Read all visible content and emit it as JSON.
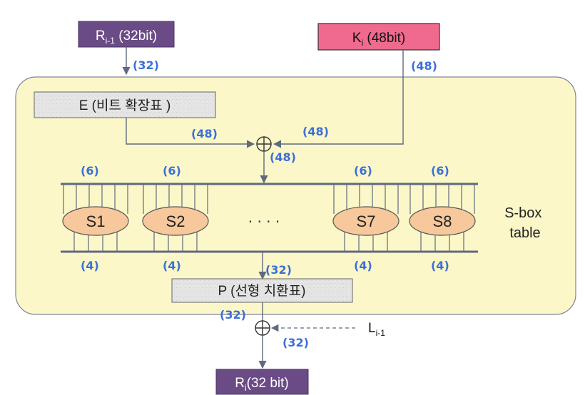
{
  "inputs": {
    "r_prev": {
      "main": "R",
      "sub": "i-1",
      "suffix": " (32bit)"
    },
    "k_i": {
      "main": "K",
      "sub": "i",
      "suffix": " (48bit)"
    }
  },
  "expansion_box": {
    "label": "E  (비트 확장표 )"
  },
  "permutation_box": {
    "label": "P (선형 치환표)"
  },
  "sboxes": [
    "S1",
    "S2",
    "S7",
    "S8"
  ],
  "ellipsis": "· · · ·",
  "side_label": {
    "line1": "S-box",
    "line2": "table"
  },
  "width_labels": {
    "r_in": "(32)",
    "k_in": "(48)",
    "e_out": "(48)",
    "k_to_xor": "(48)",
    "xor_out": "(48)",
    "s_in": [
      "(6)",
      "(6)",
      "(6)",
      "(6)"
    ],
    "s_out": [
      "(4)",
      "(4)",
      "(4)",
      "(4)"
    ],
    "p_in": "(32)",
    "p_out": "(32)",
    "l_in": "(32)"
  },
  "xor_symbol": "⊕",
  "l_prev": {
    "main": "L",
    "sub": "i-1"
  },
  "output": {
    "main": "R",
    "sub": "i",
    "suffix": "(32 bit)"
  },
  "colors": {
    "r_box": "#6b4b86",
    "k_box": "#f06a8e",
    "panel": "#fbf7c8",
    "sbox_fill": "#f6c89c",
    "label_blue": "#3b6fd9"
  }
}
